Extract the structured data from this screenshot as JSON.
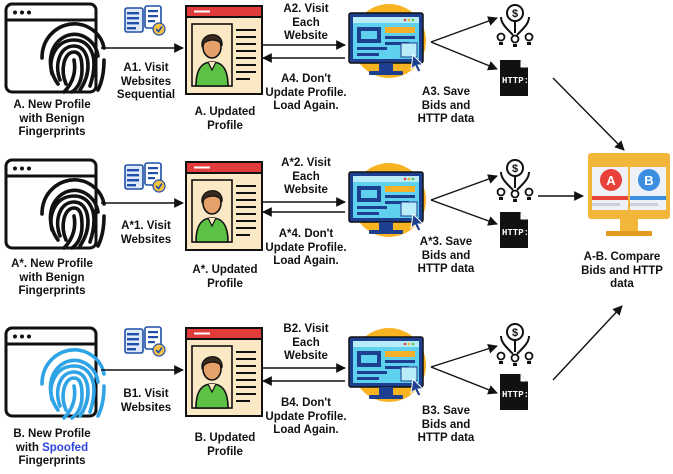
{
  "rows": [
    {
      "profile_label": [
        "A. New Profile",
        "with Benign",
        "Fingerprints"
      ],
      "visit_label": [
        "A1. Visit",
        "Websites",
        "Sequential"
      ],
      "updated_label": [
        "A. Updated",
        "Profile"
      ],
      "visit_each_label": [
        "A2. Visit",
        "Each",
        "Website"
      ],
      "reload_label": [
        "A4. Don't",
        "Update Profile.",
        "Load Again."
      ],
      "save_label": [
        "A3. Save",
        "Bids and",
        "HTTP data"
      ],
      "fingerprint": "benign"
    },
    {
      "profile_label": [
        "A*. New Profile",
        "with Benign",
        "Fingerprints"
      ],
      "visit_label": [
        "A*1. Visit",
        "Websites"
      ],
      "updated_label": [
        "A*. Updated",
        "Profile"
      ],
      "visit_each_label": [
        "A*2. Visit",
        "Each",
        "Website"
      ],
      "reload_label": [
        "A*4. Don't",
        "Update Profile.",
        "Load Again."
      ],
      "save_label": [
        "A*3. Save",
        "Bids and",
        "HTTP data"
      ],
      "fingerprint": "benign"
    },
    {
      "profile_label": [
        "B. New Profile"
      ],
      "profile_label_mixed": {
        "prefix": "with ",
        "highlight": "Spoofed"
      },
      "profile_label_last": "Fingerprints",
      "visit_label": [
        "B1. Visit",
        "Websites"
      ],
      "updated_label": [
        "B. Updated",
        "Profile"
      ],
      "visit_each_label": [
        "B2. Visit",
        "Each",
        "Website"
      ],
      "reload_label": [
        "B4. Don't",
        "Update Profile.",
        "Load Again."
      ],
      "save_label": [
        "B3. Save",
        "Bids and",
        "HTTP data"
      ],
      "fingerprint": "spoofed"
    }
  ],
  "compare_label": [
    "A-B. Compare",
    "Bids and HTTP",
    "data"
  ],
  "compare_screen_letters": [
    "A",
    "B"
  ],
  "http_icon_text": "HTTP://",
  "colors": {
    "benign_fingerprint": "#111111",
    "spoofed_fingerprint": "#2ea3e6",
    "spoofed_text": "#2f45d9",
    "profile_card_bg": "#fbe9c6",
    "profile_card_header": "#e23b3b",
    "avatar_shirt": "#5cc245",
    "monitor_circle": "#f8b323",
    "monitor_body": "#1c3f8f",
    "compare_a": "#e8423b",
    "compare_b": "#3c8fe0",
    "compare_frame": "#f2b63a"
  },
  "icons": [
    "browser-window-icon",
    "fingerprint-icon",
    "document-checklist-icon",
    "user-profile-card-icon",
    "monitor-website-icon",
    "money-bid-icon",
    "http-file-icon",
    "compare-ab-monitor-icon"
  ]
}
